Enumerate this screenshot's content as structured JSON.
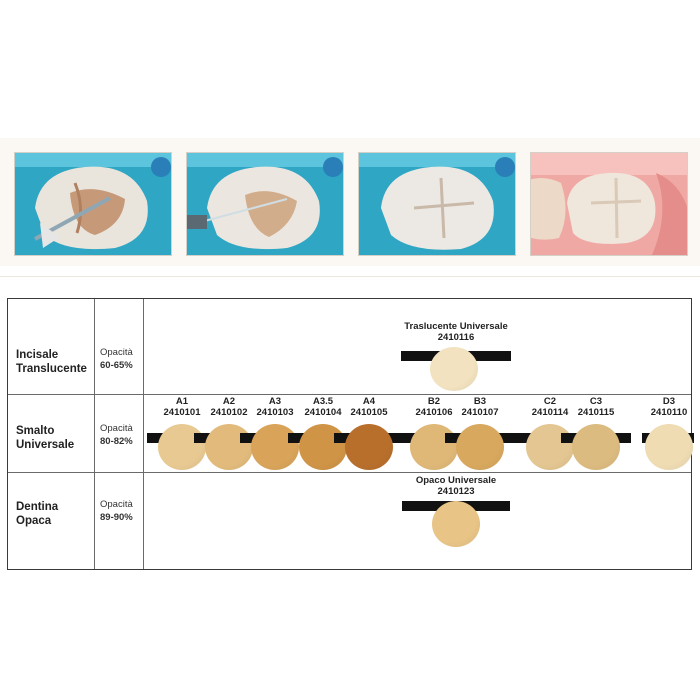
{
  "photos": [
    {
      "name": "photo-step-1"
    },
    {
      "name": "photo-step-2"
    },
    {
      "name": "photo-step-3"
    },
    {
      "name": "photo-step-4"
    }
  ],
  "rows": [
    {
      "category": [
        "Incisale",
        "Translucente"
      ],
      "opacity_label": "Opacità",
      "opacity_value": "60-65%"
    },
    {
      "category": [
        "Smalto",
        "Universale"
      ],
      "opacity_label": "Opacità",
      "opacity_value": "80-82%"
    },
    {
      "category": [
        "Dentina",
        "Opaca"
      ],
      "opacity_label": "Opacità",
      "opacity_value": "89-90%"
    }
  ],
  "translucent": {
    "name": "Traslucente Universale",
    "code": "2410116",
    "color": "#f2e2bf"
  },
  "enamel": [
    {
      "name": "A1",
      "code": "2410101",
      "color": "#e8c992"
    },
    {
      "name": "A2",
      "code": "2410102",
      "color": "#e2bb7c"
    },
    {
      "name": "A3",
      "code": "2410103",
      "color": "#d9a45a"
    },
    {
      "name": "A3.5",
      "code": "2410104",
      "color": "#cf9446"
    },
    {
      "name": "A4",
      "code": "2410105",
      "color": "#b86f2c"
    },
    {
      "name": "B2",
      "code": "2410106",
      "color": "#dfb878"
    },
    {
      "name": "B3",
      "code": "2410107",
      "color": "#d8a85e"
    },
    {
      "name": "C2",
      "code": "2410114",
      "color": "#e3c691"
    },
    {
      "name": "C3",
      "code": "2410115",
      "color": "#dcbb80"
    },
    {
      "name": "D3",
      "code": "2410110",
      "color": "#efdcb3"
    }
  ],
  "opaque": {
    "name": "Opaco Universale",
    "code": "2410123",
    "color": "#e8c486"
  }
}
